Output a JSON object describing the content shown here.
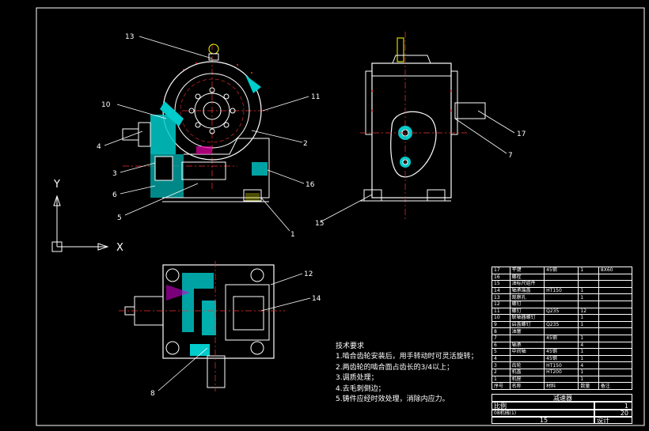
{
  "callouts": [
    "13",
    "10",
    "4",
    "3",
    "6",
    "5",
    "11",
    "2",
    "16",
    "1",
    "17",
    "7",
    "15",
    "12",
    "14",
    "8"
  ],
  "axes": {
    "y": "Y",
    "x": "X"
  },
  "tech_requirements": {
    "title": "技术要求",
    "items": [
      "1.啮合齿轮安装后，用手转动时可灵活旋转；",
      "2.两齿轮的啮合面占齿长的3/4以上；",
      "3.调质处理；",
      "4.去毛刺倒边；",
      "5.铸件应经时效处理，消除内应力。"
    ]
  },
  "bom": {
    "rows": [
      [
        "17",
        "平键",
        "45钢",
        "1",
        "8X60"
      ],
      [
        "16",
        "螺栓",
        "",
        "",
        ""
      ],
      [
        "15",
        "油标尺组件",
        "",
        "",
        ""
      ],
      [
        "14",
        "轴承端盖",
        "HT150",
        "1",
        ""
      ],
      [
        "13",
        "观察孔",
        "",
        "1",
        ""
      ],
      [
        "12",
        "螺钉",
        "",
        "",
        ""
      ],
      [
        "11",
        "螺钉",
        "Q235",
        "12",
        ""
      ],
      [
        "10",
        "联轴器螺钉",
        "",
        "1",
        ""
      ],
      [
        "9",
        "启盖螺钉",
        "Q235",
        "1",
        ""
      ],
      [
        "8",
        "油塞",
        "",
        "",
        ""
      ],
      [
        "7",
        "",
        "45钢",
        "1",
        ""
      ],
      [
        "6",
        "轴承",
        "",
        "4",
        ""
      ],
      [
        "5",
        "中间轴",
        "45钢",
        "1",
        ""
      ],
      [
        "4",
        "",
        "45钢",
        "1",
        ""
      ],
      [
        "3",
        "齿轮",
        "HT150",
        "4",
        ""
      ],
      [
        "2",
        "机盖",
        "HT200",
        "1",
        ""
      ],
      [
        "1",
        "机座",
        "",
        "1",
        ""
      ]
    ],
    "header": [
      "序号",
      "名称",
      "材料",
      "数量",
      "备注"
    ]
  },
  "title_block": {
    "title": "减速器",
    "scale": "比例",
    "sheet_a": "1",
    "sheet_b": "20",
    "class": "08机械(1)",
    "number": "15",
    "role": "设计"
  }
}
